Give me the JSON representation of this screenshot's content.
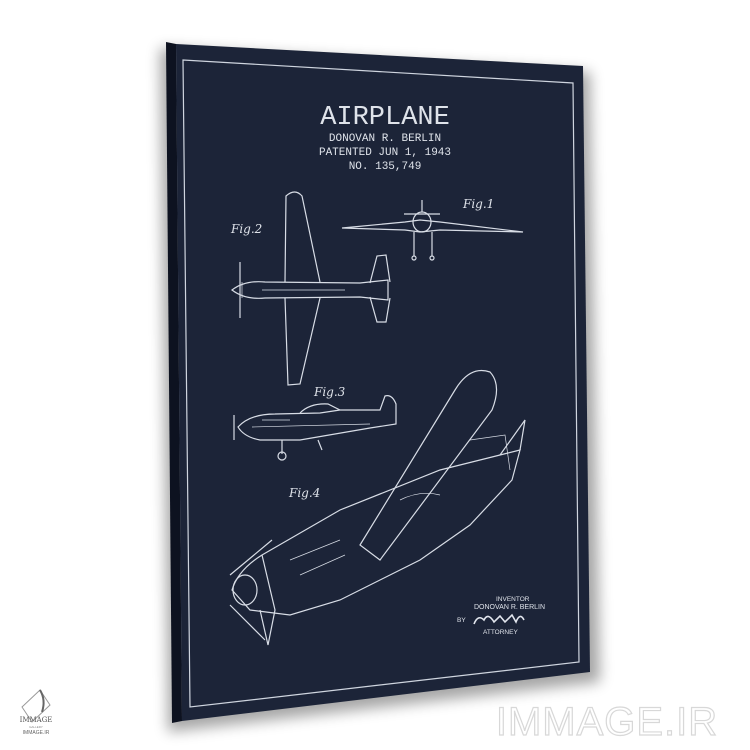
{
  "print": {
    "title": "AIRPLANE",
    "inventor_line": "DONOVAN R. BERLIN",
    "patent_date": "PATENTED JUN 1, 1943",
    "patent_number": "NO. 135,749",
    "figures": [
      "Fig.1",
      "Fig.2",
      "Fig.3",
      "Fig.4"
    ],
    "signature_block": {
      "inventor_label": "INVENTOR",
      "inventor_name": "DONOVAN R. BERLIN",
      "by_label": "BY",
      "attorney_label": "ATTORNEY"
    },
    "colors": {
      "canvas": "#1c2438",
      "lines": "#dfe3ea"
    }
  },
  "watermark": {
    "main": "IMMAGE.IR",
    "logo_name": "IMMAGE",
    "logo_sub": "GALLERY",
    "logo_url": "IMMAGE.IR"
  }
}
